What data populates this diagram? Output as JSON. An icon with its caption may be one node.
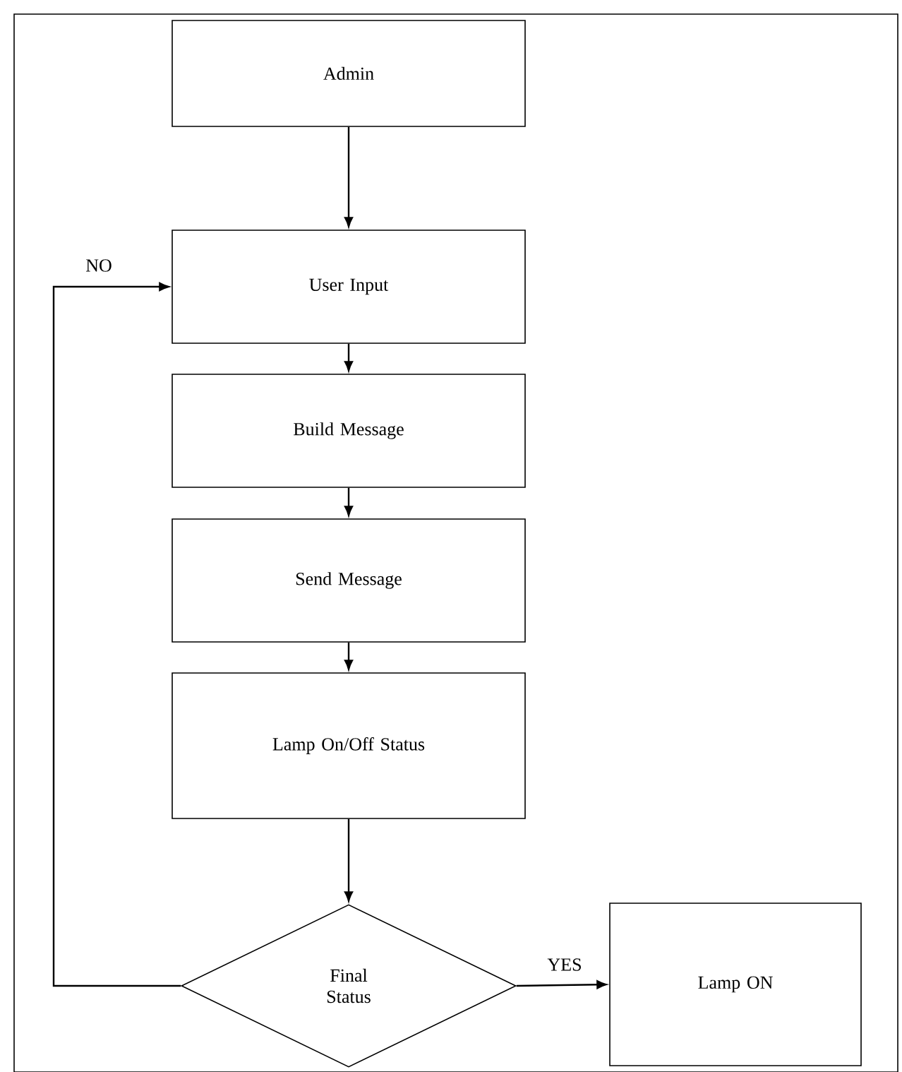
{
  "diagram": {
    "nodes": [
      {
        "text": [
          "Admin"
        ]
      },
      {
        "text": [
          "User Input"
        ]
      },
      {
        "text": [
          "Build Message"
        ]
      },
      {
        "text": [
          "Send Message"
        ]
      },
      {
        "text": [
          "Lamp On/Off Status"
        ]
      },
      {
        "text": [
          "Final Status"
        ]
      },
      {
        "text": [
          "Lamp ON"
        ]
      }
    ],
    "edges": [
      {
        "from": 0,
        "to": 1,
        "arrow": "to"
      },
      {
        "from": 1,
        "to": 2,
        "arrow": "to"
      },
      {
        "from": 2,
        "to": 3,
        "arrow": "to"
      },
      {
        "from": 3,
        "to": 4,
        "arrow": "to"
      },
      {
        "from": 4,
        "to": 5,
        "arrow": "to"
      },
      {
        "from": 5,
        "to": 6,
        "arrow": "to",
        "label": "YES"
      },
      {
        "from": 5,
        "to": 1,
        "arrow": "to",
        "label": "NO"
      }
    ]
  }
}
